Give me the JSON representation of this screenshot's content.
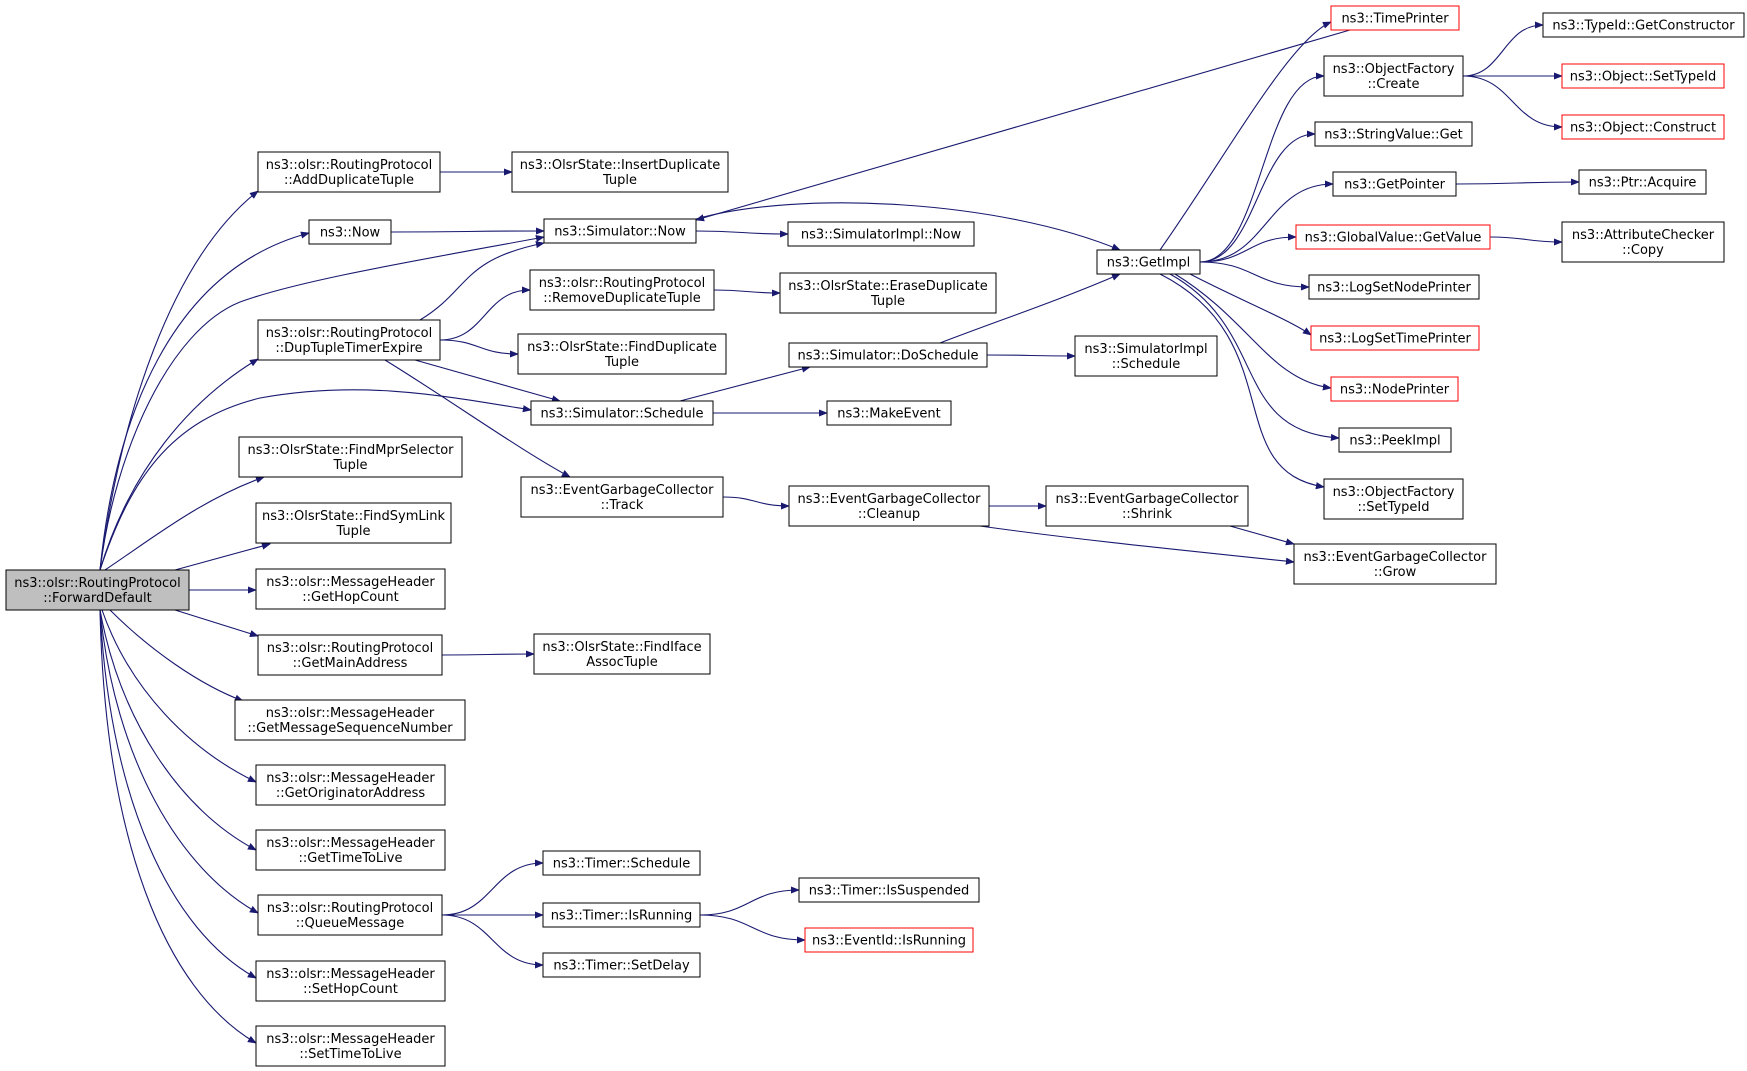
{
  "colors": {
    "edge": "#191970",
    "root_fill": "#bfbfbf",
    "node_border": "#000000",
    "truncated_border": "#ff0000",
    "background": "#ffffff"
  },
  "nodes": [
    {
      "id": "root",
      "lines": [
        "ns3::olsr::RoutingProtocol",
        "::ForwardDefault"
      ],
      "style": "root"
    },
    {
      "id": "addDup",
      "lines": [
        "ns3::olsr::RoutingProtocol",
        "::AddDuplicateTuple"
      ]
    },
    {
      "id": "now",
      "lines": [
        "ns3::Now"
      ]
    },
    {
      "id": "dupTimer",
      "lines": [
        "ns3::olsr::RoutingProtocol",
        "::DupTupleTimerExpire"
      ]
    },
    {
      "id": "findMpr",
      "lines": [
        "ns3::OlsrState::FindMprSelector",
        "Tuple"
      ]
    },
    {
      "id": "findSym",
      "lines": [
        "ns3::OlsrState::FindSymLink",
        "Tuple"
      ]
    },
    {
      "id": "getHop",
      "lines": [
        "ns3::olsr::MessageHeader",
        "::GetHopCount"
      ]
    },
    {
      "id": "getMain",
      "lines": [
        "ns3::olsr::RoutingProtocol",
        "::GetMainAddress"
      ]
    },
    {
      "id": "getSeq",
      "lines": [
        "ns3::olsr::MessageHeader",
        "::GetMessageSequenceNumber"
      ]
    },
    {
      "id": "getOrig",
      "lines": [
        "ns3::olsr::MessageHeader",
        "::GetOriginatorAddress"
      ]
    },
    {
      "id": "getTtl",
      "lines": [
        "ns3::olsr::MessageHeader",
        "::GetTimeToLive"
      ]
    },
    {
      "id": "queueMsg",
      "lines": [
        "ns3::olsr::RoutingProtocol",
        "::QueueMessage"
      ]
    },
    {
      "id": "setHop",
      "lines": [
        "ns3::olsr::MessageHeader",
        "::SetHopCount"
      ]
    },
    {
      "id": "setTtl",
      "lines": [
        "ns3::olsr::MessageHeader",
        "::SetTimeToLive"
      ]
    },
    {
      "id": "insertDup",
      "lines": [
        "ns3::OlsrState::InsertDuplicate",
        "Tuple"
      ]
    },
    {
      "id": "simNow",
      "lines": [
        "ns3::Simulator::Now"
      ]
    },
    {
      "id": "removeDup",
      "lines": [
        "ns3::olsr::RoutingProtocol",
        "::RemoveDuplicateTuple"
      ]
    },
    {
      "id": "findDup",
      "lines": [
        "ns3::OlsrState::FindDuplicate",
        "Tuple"
      ]
    },
    {
      "id": "simSched",
      "lines": [
        "ns3::Simulator::Schedule"
      ]
    },
    {
      "id": "egcTrack",
      "lines": [
        "ns3::EventGarbageCollector",
        "::Track"
      ]
    },
    {
      "id": "findIface",
      "lines": [
        "ns3::OlsrState::FindIface",
        "AssocTuple"
      ]
    },
    {
      "id": "timerSched",
      "lines": [
        "ns3::Timer::Schedule"
      ]
    },
    {
      "id": "timerRun",
      "lines": [
        "ns3::Timer::IsRunning"
      ]
    },
    {
      "id": "timerDelay",
      "lines": [
        "ns3::Timer::SetDelay"
      ]
    },
    {
      "id": "simImplNow",
      "lines": [
        "ns3::SimulatorImpl::Now"
      ]
    },
    {
      "id": "eraseDup",
      "lines": [
        "ns3::OlsrState::EraseDuplicate",
        "Tuple"
      ]
    },
    {
      "id": "doSched",
      "lines": [
        "ns3::Simulator::DoSchedule"
      ]
    },
    {
      "id": "makeEvent",
      "lines": [
        "ns3::MakeEvent"
      ]
    },
    {
      "id": "egcCleanup",
      "lines": [
        "ns3::EventGarbageCollector",
        "::Cleanup"
      ]
    },
    {
      "id": "timerSusp",
      "lines": [
        "ns3::Timer::IsSuspended"
      ]
    },
    {
      "id": "evRun",
      "lines": [
        "ns3::EventId::IsRunning"
      ],
      "style": "red"
    },
    {
      "id": "getImpl",
      "lines": [
        "ns3::GetImpl"
      ]
    },
    {
      "id": "simImplSched",
      "lines": [
        "ns3::SimulatorImpl",
        "::Schedule"
      ]
    },
    {
      "id": "egcShrink",
      "lines": [
        "ns3::EventGarbageCollector",
        "::Shrink"
      ]
    },
    {
      "id": "timePrinter",
      "lines": [
        "ns3::TimePrinter"
      ],
      "style": "red"
    },
    {
      "id": "ofCreate",
      "lines": [
        "ns3::ObjectFactory",
        "::Create"
      ]
    },
    {
      "id": "strGet",
      "lines": [
        "ns3::StringValue::Get"
      ]
    },
    {
      "id": "getPtr",
      "lines": [
        "ns3::GetPointer"
      ]
    },
    {
      "id": "gvGet",
      "lines": [
        "ns3::GlobalValue::GetValue"
      ],
      "style": "red"
    },
    {
      "id": "logNode",
      "lines": [
        "ns3::LogSetNodePrinter"
      ]
    },
    {
      "id": "logTime",
      "lines": [
        "ns3::LogSetTimePrinter"
      ],
      "style": "red"
    },
    {
      "id": "nodePrinter",
      "lines": [
        "ns3::NodePrinter"
      ],
      "style": "red"
    },
    {
      "id": "peekImpl",
      "lines": [
        "ns3::PeekImpl"
      ]
    },
    {
      "id": "ofSetType",
      "lines": [
        "ns3::ObjectFactory",
        "::SetTypeId"
      ]
    },
    {
      "id": "egcGrow",
      "lines": [
        "ns3::EventGarbageCollector",
        "::Grow"
      ]
    },
    {
      "id": "typeIdCtor",
      "lines": [
        "ns3::TypeId::GetConstructor"
      ]
    },
    {
      "id": "objSetType",
      "lines": [
        "ns3::Object::SetTypeId"
      ],
      "style": "red"
    },
    {
      "id": "objConstruct",
      "lines": [
        "ns3::Object::Construct"
      ],
      "style": "red"
    },
    {
      "id": "ptrAcquire",
      "lines": [
        "ns3::Ptr::Acquire"
      ]
    },
    {
      "id": "attrCopy",
      "lines": [
        "ns3::AttributeChecker",
        "::Copy"
      ]
    }
  ],
  "edges": [
    [
      "root",
      "addDup"
    ],
    [
      "root",
      "now"
    ],
    [
      "root",
      "simNow"
    ],
    [
      "root",
      "dupTimer"
    ],
    [
      "root",
      "simSched"
    ],
    [
      "root",
      "findMpr"
    ],
    [
      "root",
      "findSym"
    ],
    [
      "root",
      "getHop"
    ],
    [
      "root",
      "getMain"
    ],
    [
      "root",
      "getSeq"
    ],
    [
      "root",
      "getOrig"
    ],
    [
      "root",
      "getTtl"
    ],
    [
      "root",
      "queueMsg"
    ],
    [
      "root",
      "setHop"
    ],
    [
      "root",
      "setTtl"
    ],
    [
      "addDup",
      "insertDup"
    ],
    [
      "now",
      "simNow"
    ],
    [
      "dupTimer",
      "simNow"
    ],
    [
      "dupTimer",
      "removeDup"
    ],
    [
      "dupTimer",
      "findDup"
    ],
    [
      "dupTimer",
      "simSched"
    ],
    [
      "dupTimer",
      "egcTrack"
    ],
    [
      "getMain",
      "findIface"
    ],
    [
      "queueMsg",
      "timerSched"
    ],
    [
      "queueMsg",
      "timerRun"
    ],
    [
      "queueMsg",
      "timerDelay"
    ],
    [
      "simNow",
      "simImplNow"
    ],
    [
      "simNow",
      "getImpl"
    ],
    [
      "removeDup",
      "eraseDup"
    ],
    [
      "simSched",
      "doSched"
    ],
    [
      "simSched",
      "makeEvent"
    ],
    [
      "egcTrack",
      "egcCleanup"
    ],
    [
      "timerRun",
      "timerSusp"
    ],
    [
      "timerRun",
      "evRun"
    ],
    [
      "doSched",
      "getImpl"
    ],
    [
      "doSched",
      "simImplSched"
    ],
    [
      "egcCleanup",
      "egcShrink"
    ],
    [
      "egcCleanup",
      "egcGrow"
    ],
    [
      "egcShrink",
      "egcGrow"
    ],
    [
      "getImpl",
      "timePrinter"
    ],
    [
      "getImpl",
      "ofCreate"
    ],
    [
      "getImpl",
      "strGet"
    ],
    [
      "getImpl",
      "getPtr"
    ],
    [
      "getImpl",
      "gvGet"
    ],
    [
      "getImpl",
      "logNode"
    ],
    [
      "getImpl",
      "logTime"
    ],
    [
      "getImpl",
      "nodePrinter"
    ],
    [
      "getImpl",
      "peekImpl"
    ],
    [
      "getImpl",
      "ofSetType"
    ],
    [
      "timePrinter",
      "simNow"
    ],
    [
      "ofCreate",
      "typeIdCtor"
    ],
    [
      "ofCreate",
      "objSetType"
    ],
    [
      "ofCreate",
      "objConstruct"
    ],
    [
      "getPtr",
      "ptrAcquire"
    ],
    [
      "gvGet",
      "attrCopy"
    ]
  ]
}
